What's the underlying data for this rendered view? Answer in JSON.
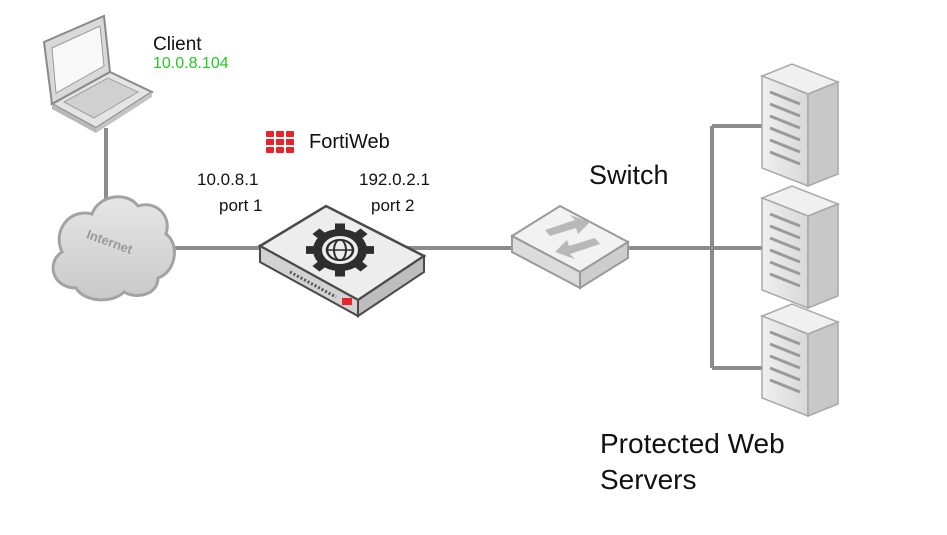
{
  "client": {
    "label": "Client",
    "ip": "10.0.8.104"
  },
  "cloud": {
    "label": "Internet"
  },
  "fortiweb": {
    "label": "FortiWeb",
    "port1_ip": "10.0.8.1",
    "port1_label": "port 1",
    "port2_ip": "192.0.2.1",
    "port2_label": "port 2"
  },
  "switch": {
    "label": "Switch"
  },
  "servers": {
    "label_line1": "Protected Web",
    "label_line2": "Servers"
  },
  "colors": {
    "link": "#8c8c8c",
    "client_ip": "#22cc22",
    "brand_red": "#e8232a",
    "device_body": "#e6e6e6",
    "cloud": "#d6d6d6"
  }
}
